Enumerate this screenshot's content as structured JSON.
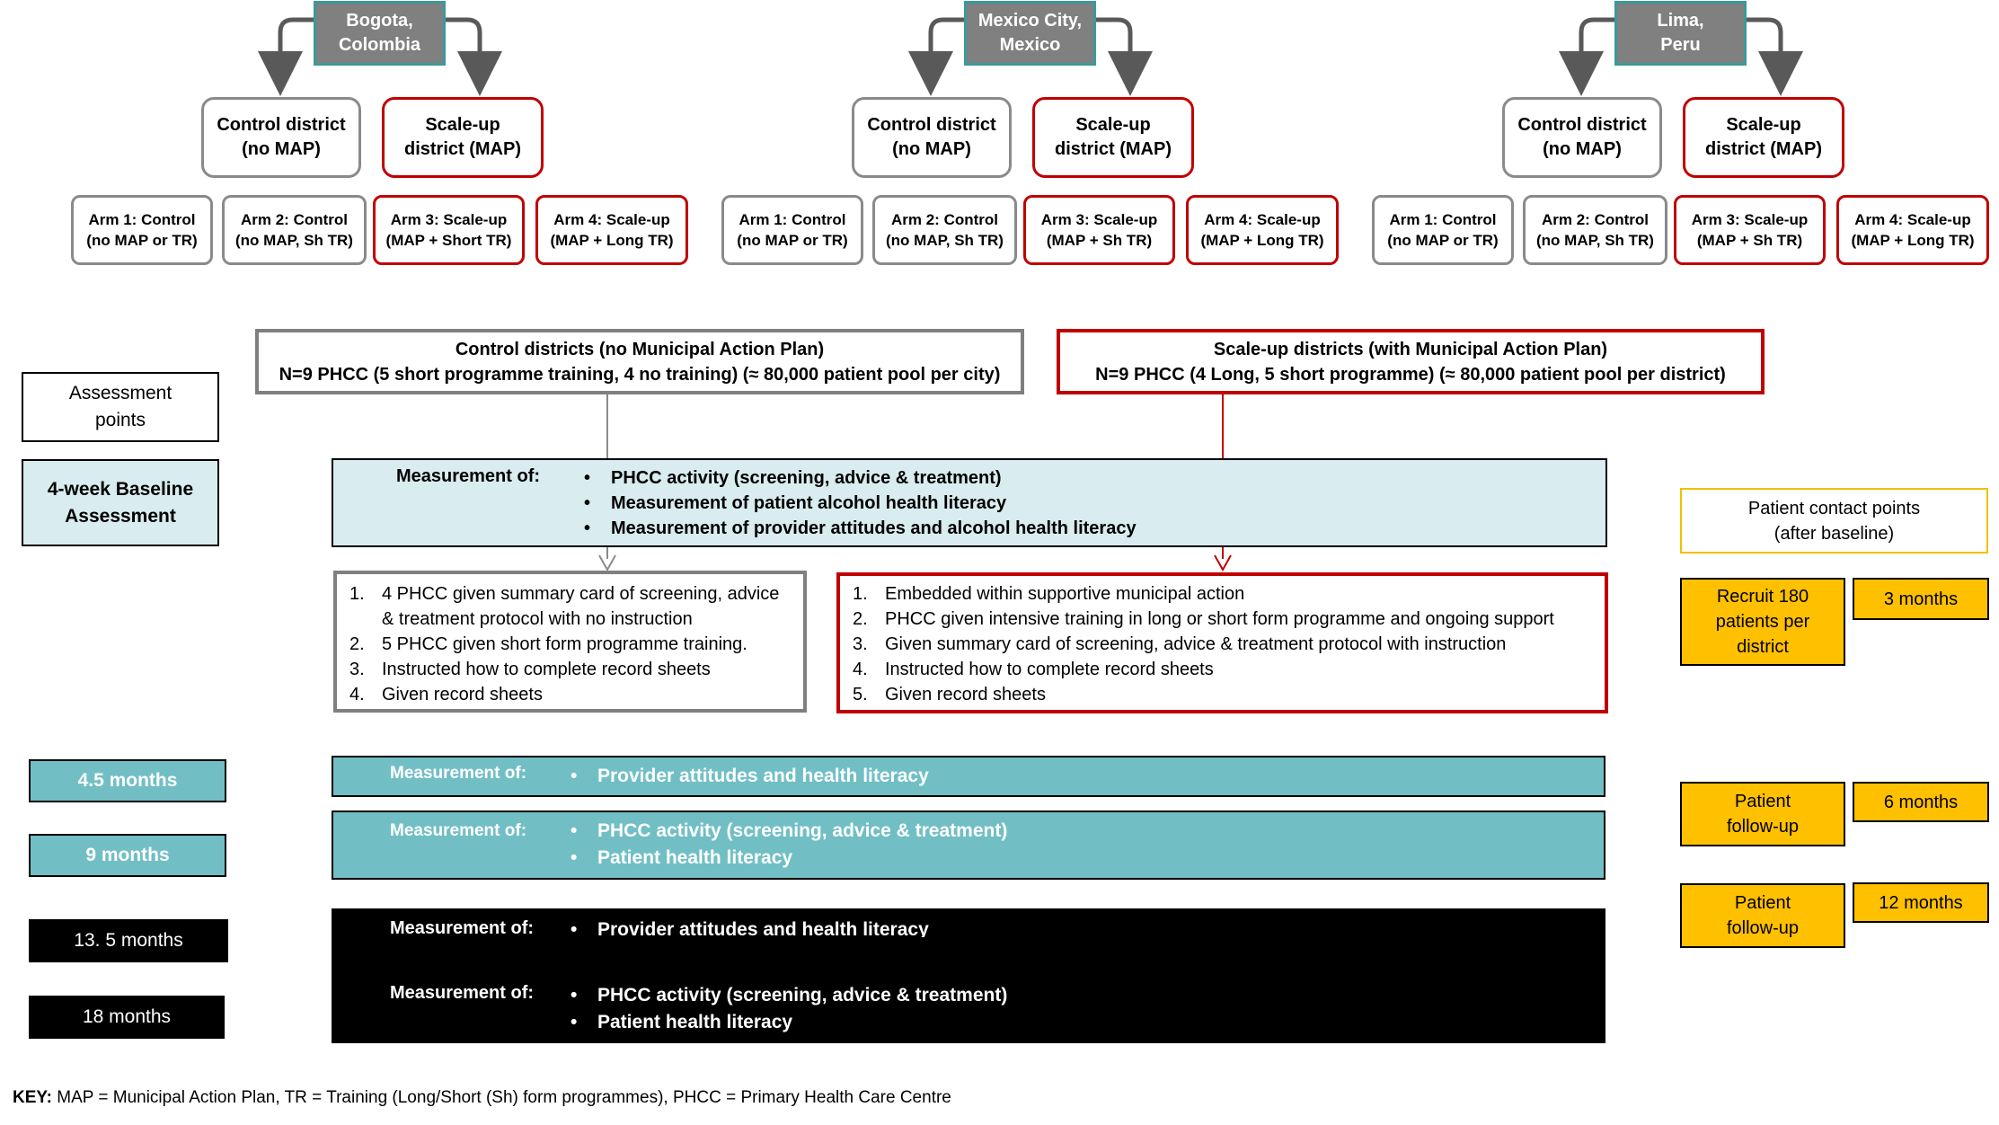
{
  "cities": [
    {
      "name_line1": "Bogota,",
      "name_line2": "Colombia",
      "control_district": {
        "line1": "Control district",
        "line2": "(no MAP)"
      },
      "scaleup_district": {
        "line1": "Scale-up",
        "line2": "district (MAP)"
      },
      "arms": [
        {
          "line1": "Arm 1: Control",
          "line2": "(no MAP or TR)"
        },
        {
          "line1": "Arm 2: Control",
          "line2": "(no MAP, Sh TR)"
        },
        {
          "line1": "Arm 3: Scale-up",
          "line2": "(MAP + Short TR)"
        },
        {
          "line1": "Arm 4: Scale-up",
          "line2": "(MAP + Long TR)"
        }
      ]
    },
    {
      "name_line1": "Mexico City,",
      "name_line2": "Mexico",
      "control_district": {
        "line1": "Control district",
        "line2": "(no MAP)"
      },
      "scaleup_district": {
        "line1": "Scale-up",
        "line2": "district (MAP)"
      },
      "arms": [
        {
          "line1": "Arm 1: Control",
          "line2": "(no MAP or TR)"
        },
        {
          "line1": "Arm 2: Control",
          "line2": "(no MAP, Sh TR)"
        },
        {
          "line1": "Arm 3: Scale-up",
          "line2": "(MAP + Sh TR)"
        },
        {
          "line1": "Arm 4: Scale-up",
          "line2": "(MAP + Long TR)"
        }
      ]
    },
    {
      "name_line1": "Lima,",
      "name_line2": "Peru",
      "control_district": {
        "line1": "Control district",
        "line2": "(no MAP)"
      },
      "scaleup_district": {
        "line1": "Scale-up",
        "line2": "district (MAP)"
      },
      "arms": [
        {
          "line1": "Arm 1: Control",
          "line2": "(no MAP or TR)"
        },
        {
          "line1": "Arm 2: Control",
          "line2": "(no MAP, Sh TR)"
        },
        {
          "line1": "Arm 3: Scale-up",
          "line2": "(MAP + Sh TR)"
        },
        {
          "line1": "Arm 4: Scale-up",
          "line2": "(MAP + Long TR)"
        }
      ]
    }
  ],
  "control_districts_box": {
    "line1": "Control districts (no Municipal Action Plan)",
    "line2": "N=9 PHCC (5 short programme training, 4 no training) (≈ 80,000 patient pool per city)"
  },
  "scaleup_districts_box": {
    "line1": "Scale-up districts (with Municipal Action Plan)",
    "line2": "N=9 PHCC (4 Long, 5 short programme)  (≈ 80,000 patient pool per district)"
  },
  "assessment_points": {
    "line1": "Assessment",
    "line2": "points"
  },
  "baseline": {
    "line1": "4-week  Baseline",
    "line2": "Assessment"
  },
  "baseline_measurement": {
    "label": "Measurement of:",
    "items": [
      "PHCC activity (screening, advice & treatment)",
      "Measurement of patient alcohol health literacy",
      "Measurement of provider attitudes and alcohol health literacy"
    ]
  },
  "control_steps": [
    {
      "num": "1.",
      "text": "4 PHCC given summary card of screening, advice",
      "text2": "& treatment protocol with no instruction"
    },
    {
      "num": "2.",
      "text": "5 PHCC given short form programme training."
    },
    {
      "num": "3.",
      "text": "Instructed how to complete record sheets"
    },
    {
      "num": "4.",
      "text": "Given record sheets"
    }
  ],
  "scaleup_steps": [
    {
      "num": "1.",
      "text": "Embedded within supportive municipal  action"
    },
    {
      "num": "2.",
      "text": "PHCC given intensive training in long or short form programme and ongoing support"
    },
    {
      "num": "3.",
      "text": "Given summary card of screening, advice & treatment protocol with instruction"
    },
    {
      "num": "4.",
      "text": "Instructed how to complete record sheets"
    },
    {
      "num": "5.",
      "text": "Given record sheets"
    }
  ],
  "timepoints": [
    {
      "label": "4.5 months",
      "measurement_label": "Measurement of:",
      "items": [
        "Provider attitudes and health literacy"
      ]
    },
    {
      "label": "9 months",
      "measurement_label": "Measurement of:",
      "items": [
        "PHCC activity (screening, advice & treatment)",
        "Patient health literacy"
      ]
    },
    {
      "label": "13. 5 months",
      "measurement_label": "Measurement of:",
      "items": [
        "Provider attitudes and health literacy"
      ]
    },
    {
      "label": "18 months",
      "measurement_label": "Measurement of:",
      "items": [
        "PHCC activity (screening, advice & treatment)",
        "Patient health literacy"
      ]
    }
  ],
  "patient_contact": {
    "title_line1": "Patient contact points",
    "title_line2": "(after baseline)",
    "rows": [
      {
        "line1": "Recruit 180",
        "line2": "patients per",
        "line3": "district",
        "time": "3 months"
      },
      {
        "line1": "Patient",
        "line2": "follow-up",
        "time": "6 months"
      },
      {
        "line1": "Patient",
        "line2": "follow-up",
        "time": "12 months"
      }
    ]
  },
  "key": {
    "label": "KEY:",
    "text": " MAP = Municipal Action Plan,  TR = Training (Long/Short (Sh) form programmes), PHCC = Primary Health Care Centre"
  },
  "colors": {
    "control_border": "#8a8a8a",
    "scaleup_border": "#c00000",
    "city_fill": "#808080",
    "city_border": "#3a9a9a",
    "teal": "#71bfc5",
    "baseline_fill": "#d9ecef",
    "orange": "#ffc000"
  }
}
